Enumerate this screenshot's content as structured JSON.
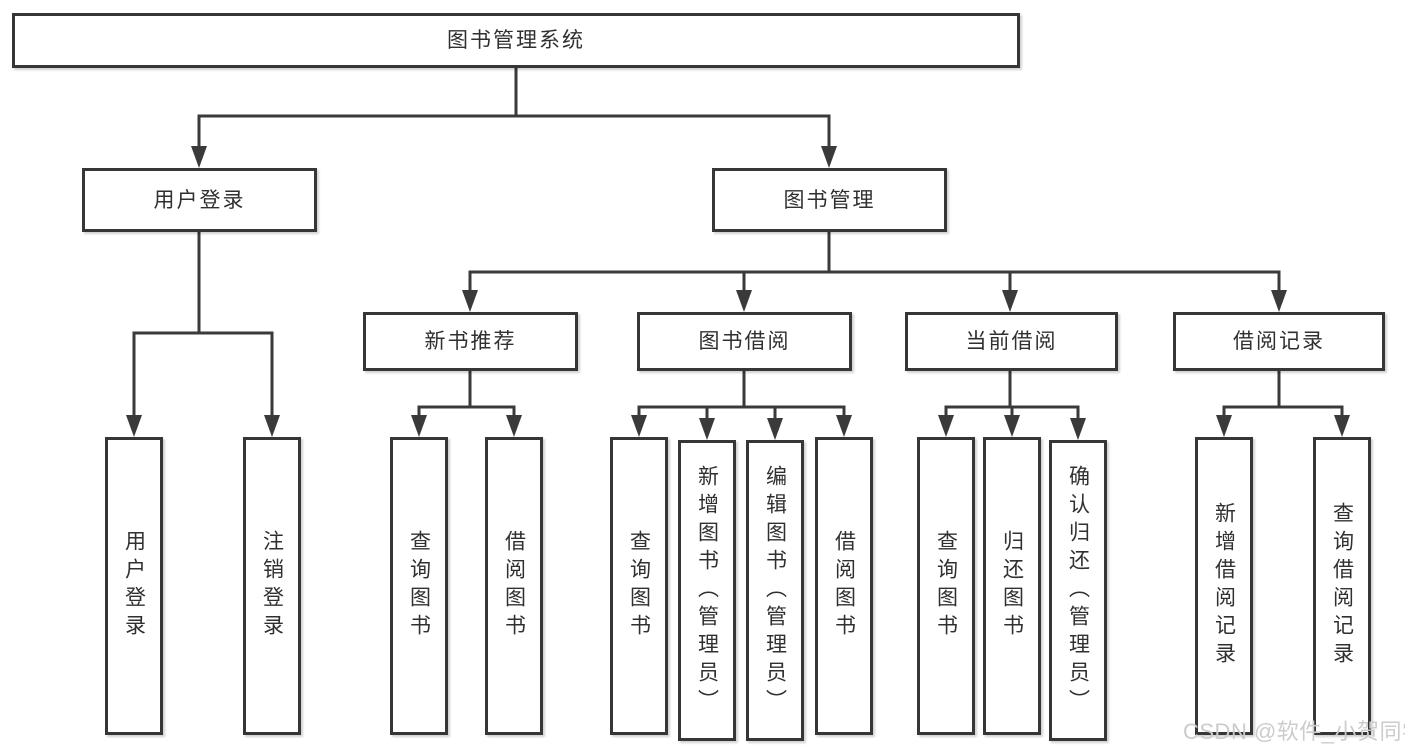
{
  "diagram": {
    "kind": "function-structure-tree",
    "tree": {
      "root": {
        "label": "图书管理系统"
      },
      "branches": [
        {
          "label": "用户登录",
          "children": [
            {
              "label": "用户登录"
            },
            {
              "label": "注销登录"
            }
          ]
        },
        {
          "label": "图书管理",
          "children": [
            {
              "label": "新书推荐",
              "children": [
                {
                  "label": "查询图书"
                },
                {
                  "label": "借阅图书"
                }
              ]
            },
            {
              "label": "图书借阅",
              "children": [
                {
                  "label": "查询图书"
                },
                {
                  "label": "新增图书（管理员）"
                },
                {
                  "label": "编辑图书（管理员）"
                },
                {
                  "label": "借阅图书"
                }
              ]
            },
            {
              "label": "当前借阅",
              "children": [
                {
                  "label": "查询图书"
                },
                {
                  "label": "归还图书"
                },
                {
                  "label": "确认归还（管理员）"
                }
              ]
            },
            {
              "label": "借阅记录",
              "children": [
                {
                  "label": "新增借阅记录"
                },
                {
                  "label": "查询借阅记录"
                }
              ]
            }
          ]
        }
      ]
    },
    "colors": {
      "box_border": "#363636",
      "box_fill": "#ffffff",
      "text": "#303030",
      "connector": "#3a3a3a",
      "watermark": "#cccccc",
      "background": "#ffffff"
    }
  },
  "watermark": {
    "text": "CSDN @软件_小贺同学"
  }
}
